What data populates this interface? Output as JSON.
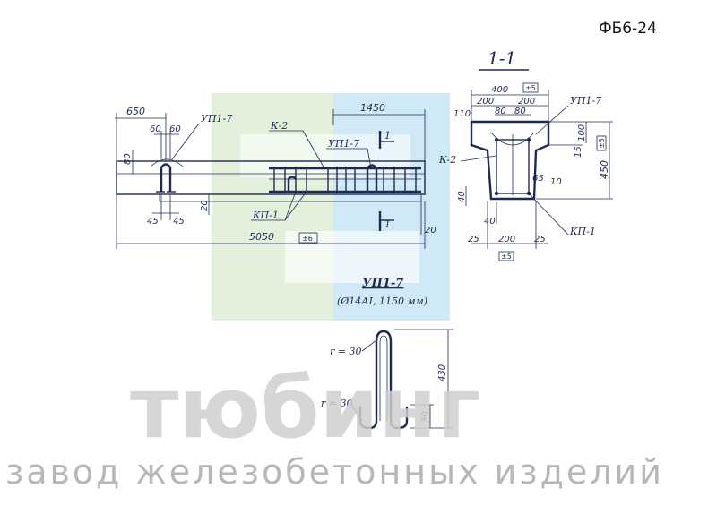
{
  "drawing_code": "ФБ6-24",
  "section_label": "1-1",
  "cut_marker": "1",
  "part_labels": {
    "up1_7": "УП1-7",
    "k_2": "К-2",
    "kp_1": "КП-1"
  },
  "front_view_dims": {
    "d650": "650",
    "d1450": "1450",
    "d60a": "60",
    "d60b": "60",
    "d80": "80",
    "d45a": "45",
    "d45b": "45",
    "d20a": "20",
    "d20b": "20",
    "d5050": "5050",
    "tag": "±6"
  },
  "section_dims": {
    "d400": "400",
    "d200a": "200",
    "d200b": "200",
    "d80a": "80",
    "d80b": "80",
    "d110": "110",
    "d100": "100",
    "d15": "15",
    "d450": "450",
    "d65": "65",
    "d10": "10",
    "d40a": "40",
    "d40b": "40",
    "d25a": "25",
    "d25b": "25",
    "d200c": "200",
    "tag": "±5"
  },
  "detail": {
    "title": "УП1-7",
    "spec": "(Ø14АI, 1150 мм)",
    "r_top": "r = 30",
    "r_bottom": "r = 30",
    "d430": "430",
    "d30": "30"
  },
  "watermark": {
    "brand": "тюбинг",
    "tagline": "завод железобетонных изделий"
  },
  "colors": {
    "ink": "#1f2a52",
    "logo_green": "#e3f1dc",
    "logo_blue": "#cfe9f6",
    "watermark_gray": "#cfcfcf"
  }
}
